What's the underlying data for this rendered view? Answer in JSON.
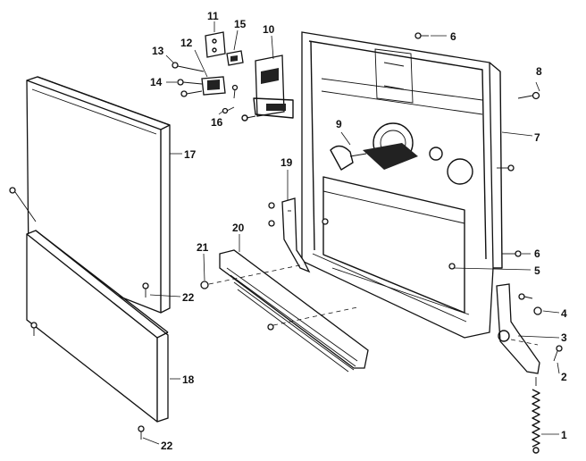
{
  "callouts": {
    "c1": "1",
    "c2": "2",
    "c3": "3",
    "c4": "4",
    "c5": "5",
    "c6a": "6",
    "c6b": "6",
    "c7": "7",
    "c8": "8",
    "c9": "9",
    "c10": "10",
    "c11": "11",
    "c12": "12",
    "c13": "13",
    "c14": "14",
    "c15": "15",
    "c16": "16",
    "c17": "17",
    "c18": "18",
    "c19": "19",
    "c20": "20",
    "c21": "21",
    "c22a": "22",
    "c22b": "22"
  }
}
